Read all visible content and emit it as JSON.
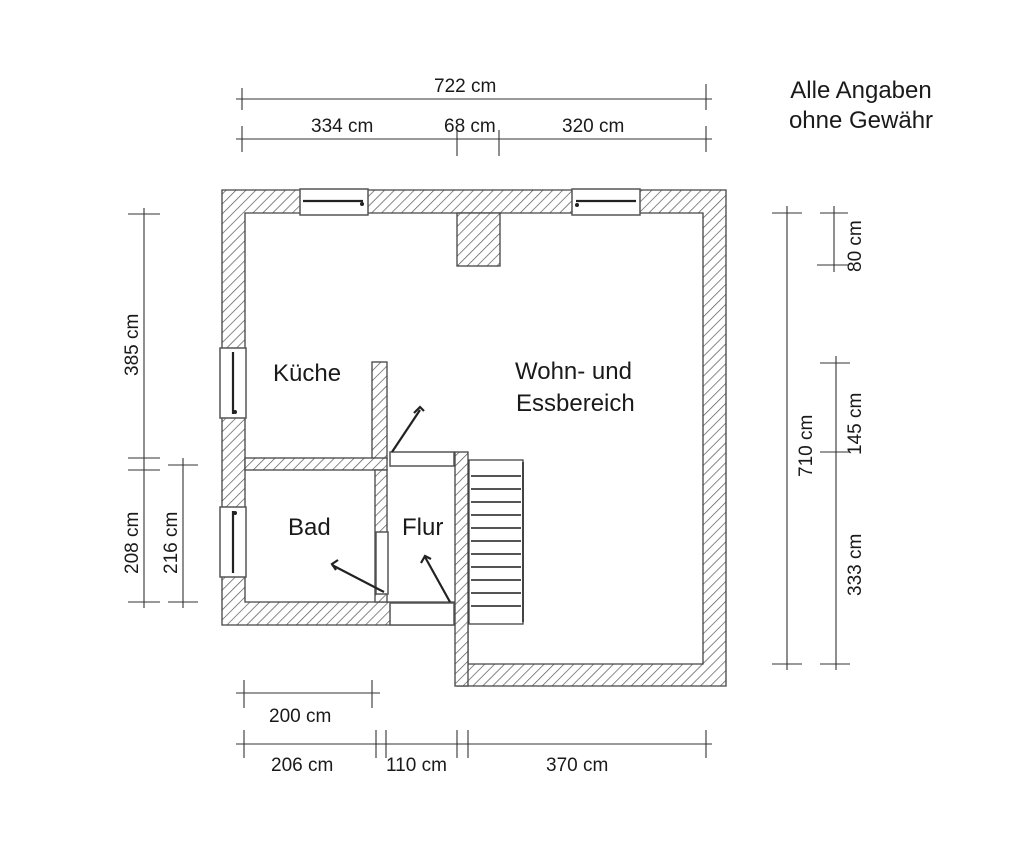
{
  "note": {
    "line1": "Alle Angaben",
    "line2": "ohne Gewähr"
  },
  "rooms": {
    "kitchen": "Küche",
    "living_line1": "Wohn- und",
    "living_line2": "Essbereich",
    "bath": "Bad",
    "hall": "Flur"
  },
  "dimensions": {
    "top_total": "722 cm",
    "top_left": "334 cm",
    "top_chimney": "68 cm",
    "top_right": "320 cm",
    "left_upper": "385 cm",
    "left_lower": "208 cm",
    "left_bath_inner": "216 cm",
    "right_total": "710 cm",
    "right_chimney": "80 cm",
    "right_mid": "145 cm",
    "right_lower": "333 cm",
    "bottom_bath_inner": "200 cm",
    "bottom_bath": "206 cm",
    "bottom_hall": "110 cm",
    "bottom_living": "370 cm"
  },
  "colors": {
    "line": "#333333",
    "hatch": "#555555",
    "background": "#ffffff"
  }
}
